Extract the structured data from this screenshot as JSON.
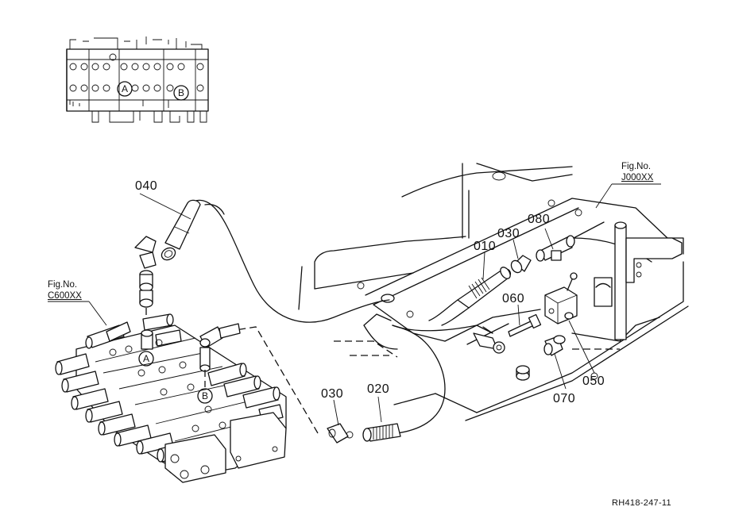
{
  "parts": [
    {
      "id": "p010",
      "number": "010"
    },
    {
      "id": "p020",
      "number": "020"
    },
    {
      "id": "p030a",
      "number": "030"
    },
    {
      "id": "p030b",
      "number": "030"
    },
    {
      "id": "p040",
      "number": "040"
    },
    {
      "id": "p050",
      "number": "050"
    },
    {
      "id": "p060",
      "number": "060"
    },
    {
      "id": "p070",
      "number": "070"
    },
    {
      "id": "p080",
      "number": "080"
    }
  ],
  "figure_refs": {
    "left": {
      "prefix": "Fig.No.",
      "code": "C600XX"
    },
    "right": {
      "prefix": "Fig.No.",
      "code": "J000XX"
    }
  },
  "ports": {
    "a": "A",
    "b": "B"
  },
  "diagram_id": "RH418-247-11"
}
